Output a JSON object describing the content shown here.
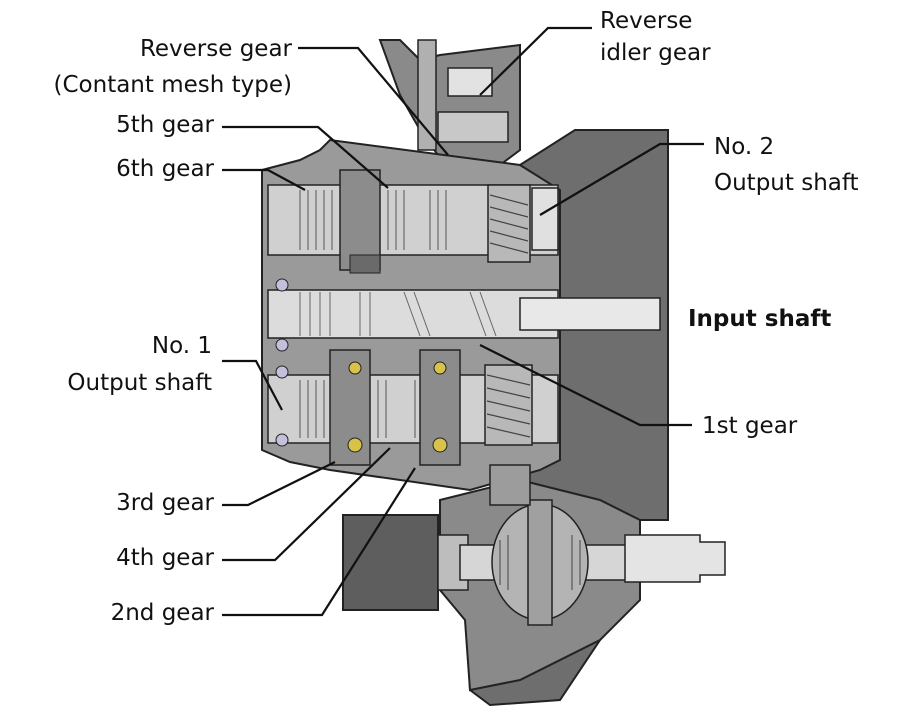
{
  "labels": {
    "reverse_idler_gear": [
      "Reverse",
      "idler gear"
    ],
    "reverse_gear": [
      "Reverse gear",
      "(Contant mesh type)"
    ],
    "fifth_gear": "5th gear",
    "sixth_gear": "6th gear",
    "no2_output_shaft": [
      "No. 2",
      "Output shaft"
    ],
    "input_shaft": "Input shaft",
    "no1_output_shaft": [
      "No. 1",
      "Output shaft"
    ],
    "first_gear": "1st gear",
    "third_gear": "3rd gear",
    "fourth_gear": "4th gear",
    "second_gear": "2nd gear"
  },
  "colors": {
    "housing_dark": "#6e6e6e",
    "housing_mid": "#9a9a9a",
    "part_light": "#c8c8c8",
    "part_lighter": "#e2e2e2",
    "line": "#111111"
  }
}
